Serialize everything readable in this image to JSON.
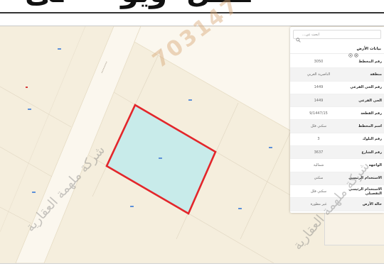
{
  "heading": {
    "fragments": [
      "ـى",
      "ويو",
      "ــــل"
    ]
  },
  "watermarks": {
    "company": "شركة ملهمة العقارية",
    "number": "703147"
  },
  "panel": {
    "search_placeholder": "ابحث عن...",
    "title": "بيانات الأرض",
    "rows": [
      {
        "label": "رقم المخطط",
        "value": "3050"
      },
      {
        "label": "منطقة",
        "value": "الناصرية الغربي"
      },
      {
        "label": "رقم الحي الفرعي",
        "value": "1449"
      },
      {
        "label": "الحي الفرعي",
        "value": "1449"
      },
      {
        "label": "رقم القطعة",
        "value": "9/1447/15"
      },
      {
        "label": "اسم المخطط",
        "value": "سكني فلل"
      },
      {
        "label": "رقم البلوك",
        "value": "3"
      },
      {
        "label": "رقم الشارع",
        "value": "3637"
      },
      {
        "label": "الواجهة",
        "value": "شمالية"
      },
      {
        "label": "الاستخدام الرئيسي",
        "value": "سكني"
      },
      {
        "label": "الاستخدام الرئيسي التفصيلي",
        "value": "سكني فلل"
      },
      {
        "label": "حالة الأرض",
        "value": "غير مطورة"
      }
    ]
  },
  "colors": {
    "map_background": "#f5eedd",
    "road": "#fbf7ee",
    "road_edge": "#e6dcc4",
    "parcel_line": "#e2d8c4",
    "parcel_fill": "#c8ebea",
    "parcel_stroke": "#e3262b",
    "parcel_label": "#5b8fd8",
    "marker_red": "#d63a3a"
  },
  "icons": {
    "search": "search-icon",
    "locate": "locate-icon",
    "close": "close-icon"
  }
}
